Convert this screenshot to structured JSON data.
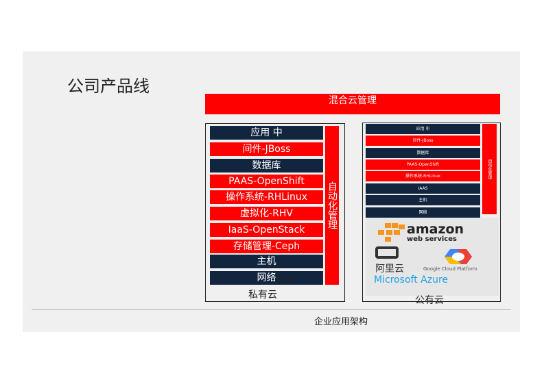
{
  "title": "公司产品线",
  "hybrid": "混合云管理",
  "private": {
    "label": "私有云",
    "automation": "自动化管理",
    "users": "用户",
    "rows": [
      {
        "text": "应用 中",
        "color": "navy"
      },
      {
        "text": "间件-JBoss",
        "color": "red"
      },
      {
        "text": "数据库",
        "color": "navy"
      },
      {
        "text": "PAAS-OpenShift",
        "color": "red"
      },
      {
        "text": "操作系统-RHLinux",
        "color": "red"
      },
      {
        "text": "虚拟化-RHV",
        "color": "red"
      },
      {
        "text": "IaaS-OpenStack",
        "color": "red"
      },
      {
        "text": "存储管理-Ceph",
        "color": "red"
      },
      {
        "text": "主机",
        "color": "navy"
      },
      {
        "text": "网络",
        "color": "navy"
      }
    ]
  },
  "public": {
    "label": "公有云",
    "automation": "自动化管理",
    "rows": [
      {
        "text": "应用 中",
        "color": "navy"
      },
      {
        "text": "间件-JBoss",
        "color": "red"
      },
      {
        "text": "数据库",
        "color": "navy"
      },
      {
        "text": "PAAS-OpenShift",
        "color": "red"
      },
      {
        "text": "操作系统-RHLinux",
        "color": "red"
      },
      {
        "text": "IAAS",
        "color": "navy"
      },
      {
        "text": "主机",
        "color": "navy"
      },
      {
        "text": "网络",
        "color": "navy"
      }
    ],
    "logos": {
      "aws1": "amazon",
      "aws2": "web services",
      "aliyun": "阿里云",
      "google": "Google Cloud Platform",
      "azure": "Microsoft Azure"
    }
  },
  "footer": "企业应用架构"
}
